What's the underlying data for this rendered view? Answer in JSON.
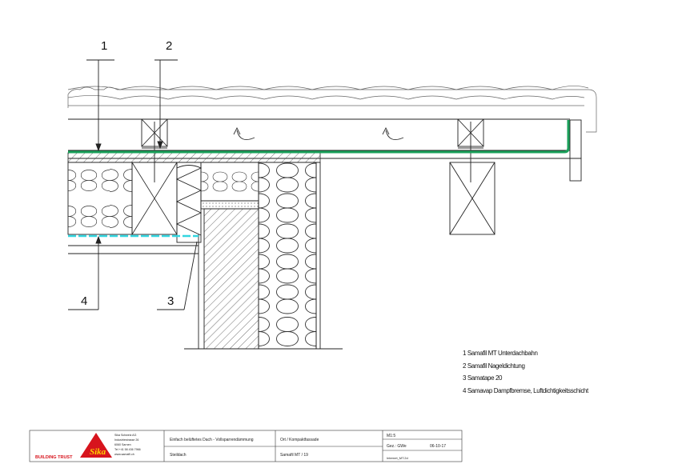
{
  "callouts": [
    "1",
    "2",
    "3",
    "4"
  ],
  "legend": [
    "1 Samafil MT Unterdachbahn",
    "2 Samafil Nageldichtung",
    "3 Samatape 20",
    "4 Samavap Dampfbremse, Luftdichtigkeitsschicht"
  ],
  "title_block": {
    "brand_tagline": "BUILDING TRUST",
    "logo_word": "Sika",
    "company": [
      "Sika Schweiz AG",
      "Industriestrasse 26",
      "6060 Sarnen",
      "Tel +41 58 436 7966",
      "www.samafil.ch"
    ],
    "description_line1": "Einfach belüftetes Dach - Vollsparrendämmung",
    "description_line2": "Steildach",
    "detail_line1": "Ort / Kompaktfassade",
    "detail_line2": "Samafil MT / 19",
    "scale": "M1:5",
    "drawn_by": "Gez.: GWe",
    "date": "06-10-17",
    "file_ref": "Internet_MT.2d"
  },
  "colors": {
    "membrane": "#1aa05a",
    "vapour_barrier": "#33d6e0",
    "sika_red": "#d7141d",
    "line": "#222222"
  }
}
